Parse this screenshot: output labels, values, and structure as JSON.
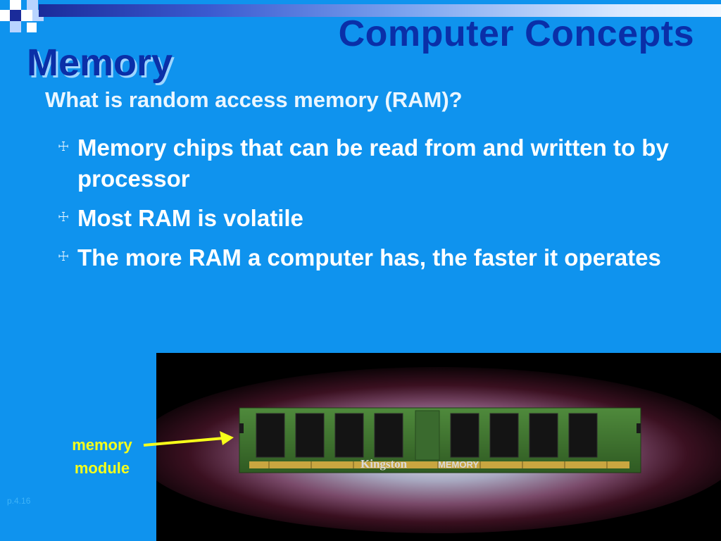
{
  "header": {
    "brand": "Computer Concepts"
  },
  "slide": {
    "title": "Memory",
    "subtitle": "What is random access memory (RAM)?",
    "bullet_glyph": "☩",
    "bullets": [
      "Memory chips that can be read from and written to by processor",
      "Most RAM is volatile",
      "The more RAM a computer has, the faster it operates"
    ]
  },
  "figure": {
    "callout_line1": "memory",
    "callout_line2": "module",
    "module_brand": "Kingston",
    "module_brand_suffix": "MEMORY"
  },
  "footer": {
    "page_ref": "p.4.16"
  },
  "colors": {
    "background": "#0f93ee",
    "title": "#0a2fa8",
    "callout": "#f7ff1a",
    "text": "#ffffff"
  }
}
